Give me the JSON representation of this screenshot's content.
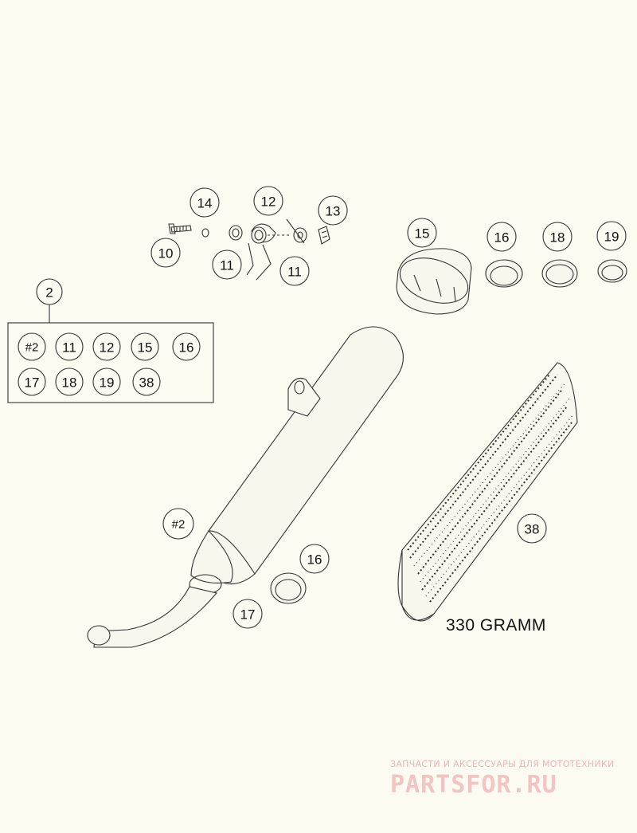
{
  "diagram": {
    "kit_header_label": "2",
    "kit_items": [
      "#2",
      "11",
      "12",
      "15",
      "16",
      "17",
      "18",
      "19",
      "38"
    ],
    "callouts": {
      "p10": "10",
      "p11a": "11",
      "p11b": "11",
      "p12": "12",
      "p13": "13",
      "p14": "14",
      "p15": "15",
      "p16a": "16",
      "p18": "18",
      "p19": "19",
      "p2": "#2",
      "p16b": "16",
      "p17": "17",
      "p38": "38"
    },
    "packing_note": "330 GRAMM"
  },
  "watermark": {
    "tagline": "ЗАПЧАСТИ И АКСЕССУАРЫ ДЛЯ МОТОТЕХНИКИ",
    "logo_text": "PARTSFOR.RU"
  }
}
